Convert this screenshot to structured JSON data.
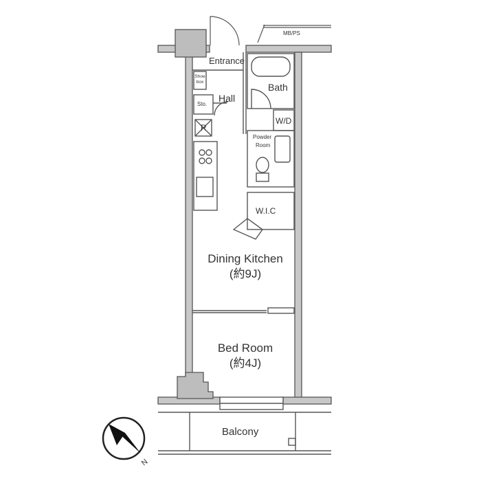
{
  "rooms": {
    "entrance": "Entrance",
    "bath": "Bath",
    "hall": "Hall",
    "shoe_box": "Shoe box",
    "storage": "Sto.",
    "refrigerator": "R",
    "washer": "W/D",
    "powder_room_line1": "Powder",
    "powder_room_line2": "Room",
    "wic": "W.I.C",
    "dining_kitchen": "Dining Kitchen",
    "dining_kitchen_size": "(約9J)",
    "bed_room": "Bed Room",
    "bed_room_size": "(約4J)",
    "balcony": "Balcony",
    "mb_ps": "MB/PS"
  },
  "compass": {
    "icon": "north-compass-icon",
    "label": "N"
  }
}
